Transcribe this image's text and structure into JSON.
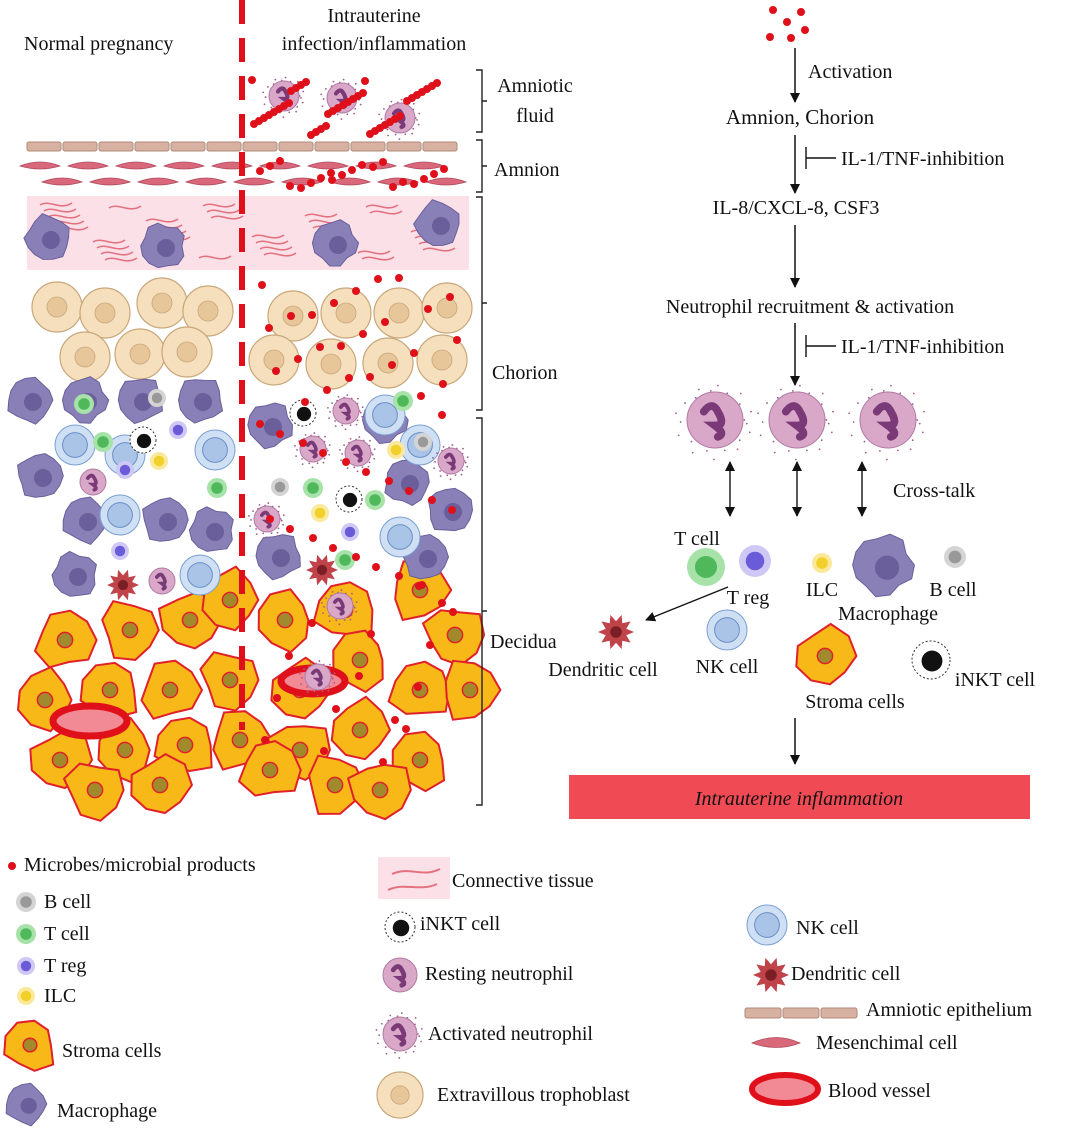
{
  "columns": {
    "normal": "Normal pregnancy",
    "infection_line1": "Intrauterine",
    "infection_line2": "infection/inflammation"
  },
  "layers": {
    "amniotic_fluid_line1": "Amniotic",
    "amniotic_fluid_line2": "fluid",
    "amnion": "Amnion",
    "chorion": "Chorion",
    "decidua": "Decidua"
  },
  "flow": {
    "activation": "Activation",
    "amnion_chorion": "Amnion, Chorion",
    "inhibition_1": "IL-1/TNF-inhibition",
    "cytokines": "IL-8/CXCL-8, CSF3",
    "neutrophil_recruitment": "Neutrophil recruitment & activation",
    "inhibition_2": "IL-1/TNF-inhibition",
    "cross_talk": "Cross-talk",
    "result": "Intrauterine inflammation"
  },
  "cells": {
    "t_cell": "T cell",
    "t_reg": "T reg",
    "ilc": "ILC",
    "b_cell": "B cell",
    "macrophage": "Macrophage",
    "dendritic_cell": "Dendritic cell",
    "nk_cell": "NK cell",
    "inkt_cell": "iNKT cell",
    "stroma_cells": "Stroma cells"
  },
  "legend": {
    "microbes": "Microbes/microbial products",
    "b_cell": "B cell",
    "t_cell": "T cell",
    "t_reg": "T reg",
    "ilc": "ILC",
    "stroma_cells": "Stroma cells",
    "macrophage": "Macrophage",
    "connective_tissue": "Connective tissue",
    "inkt_cell": "iNKT cell",
    "resting_neutrophil": "Resting neutrophil",
    "activated_neutrophil": "Activated neutrophil",
    "extravillous_trophoblast": "Extravillous trophoblast",
    "nk_cell": "NK cell",
    "dendritic_cell": "Dendritic cell",
    "amniotic_epithelium": "Amniotic epithelium",
    "mesenchymal_cell": "Mesenchimal cell",
    "blood_vessel": "Blood vessel"
  },
  "colors": {
    "microbe": "#e0101a",
    "stroma_fill": "#f7b818",
    "stroma_edge": "#e0202a",
    "macrophage": "#8a80b8",
    "trophoblast": "#f6dfbd",
    "connective_bg": "#fbe0e8",
    "neutrophil": "#d9a7c8",
    "nk": "#aac4e8",
    "t_cell": "#4fb85a",
    "b_cell": "#999999",
    "t_reg": "#6a5cd8",
    "ilc": "#f2d02a",
    "dendritic": "#c0434a",
    "result_bar": "#f04a55"
  }
}
